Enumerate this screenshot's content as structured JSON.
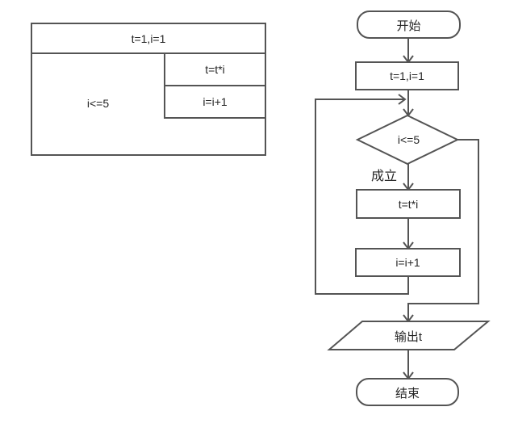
{
  "colors": {
    "line": "#545454",
    "text": "#262626",
    "background": "#ffffff"
  },
  "ns_diagram": {
    "init": "t=1,i=1",
    "loop_condition": "i<=5",
    "body": [
      "t=t*i",
      "i=i+1"
    ]
  },
  "flowchart": {
    "start": "开始",
    "init": "t=1,i=1",
    "condition": "i<=5",
    "branch_true_label": "成立",
    "step1": "t=t*i",
    "step2": "i=i+1",
    "output": "输出t",
    "end": "结束"
  }
}
